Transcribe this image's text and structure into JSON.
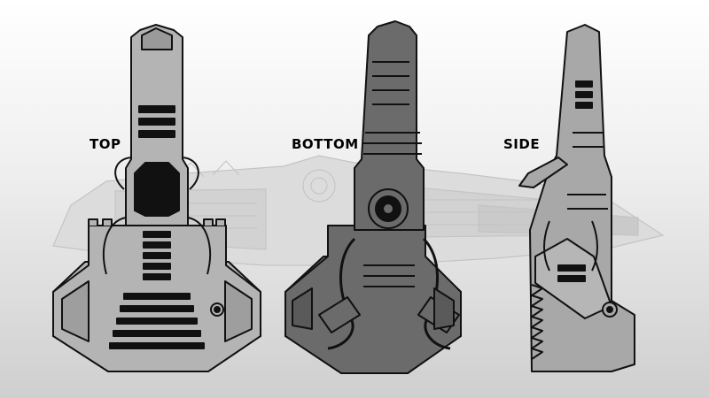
{
  "labels": {
    "top": "TOP",
    "bottom": "BOTTOM",
    "side": "SIDE"
  },
  "colors": {
    "background_top": "#ffffff",
    "background_bottom": "#cfcfcf",
    "hull_top": "#b4b4b4",
    "hull_bottom": "#6b6b6b",
    "hull_side": "#a8a8a8",
    "outline": "#111111",
    "ghost": "#dcdcdc"
  }
}
